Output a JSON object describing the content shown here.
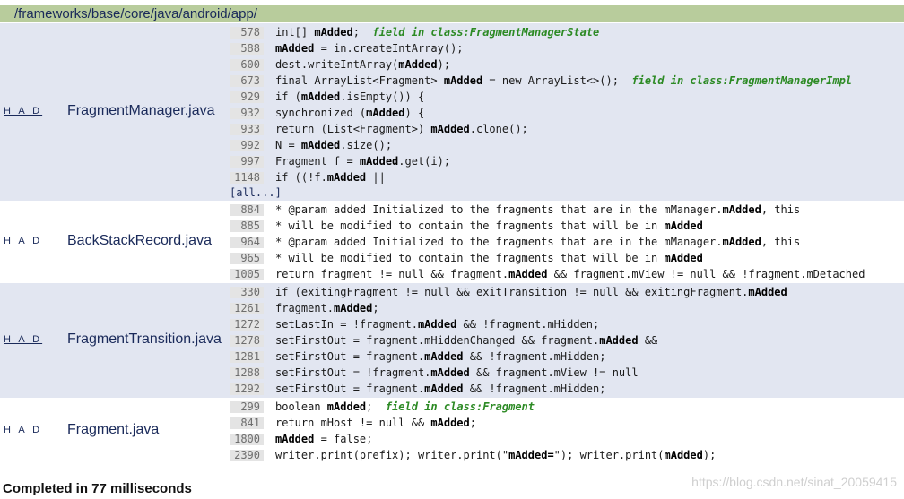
{
  "path": "/frameworks/base/core/java/android/app/",
  "history_label": "H A D",
  "all_link": "[all...]",
  "groups": [
    {
      "file": "FragmentManager.java",
      "lines": [
        {
          "num": "578",
          "code": "int[] **mAdded**;  __field in class:FragmentManagerState__"
        },
        {
          "num": "588",
          "code": "**mAdded** = in.createIntArray();"
        },
        {
          "num": "600",
          "code": "dest.writeIntArray(**mAdded**);"
        },
        {
          "num": "673",
          "code": "final ArrayList<Fragment> **mAdded** = new ArrayList<>();  __field in class:FragmentManagerImpl__"
        },
        {
          "num": "929",
          "code": "if (**mAdded**.isEmpty()) {"
        },
        {
          "num": "932",
          "code": "synchronized (**mAdded**) {"
        },
        {
          "num": "933",
          "code": "return (List<Fragment>) **mAdded**.clone();"
        },
        {
          "num": "992",
          "code": "N = **mAdded**.size();"
        },
        {
          "num": "997",
          "code": "Fragment f = **mAdded**.get(i);"
        },
        {
          "num": "1148",
          "code": "if ((!f.**mAdded** ||"
        }
      ]
    },
    {
      "file": "BackStackRecord.java",
      "lines": [
        {
          "num": "884",
          "code": "* @param added Initialized to the fragments that are in the mManager.**mAdded**, this"
        },
        {
          "num": "885",
          "code": "* will be modified to contain the fragments that will be in **mAdded**"
        },
        {
          "num": "964",
          "code": "* @param added Initialized to the fragments that are in the mManager.**mAdded**, this"
        },
        {
          "num": "965",
          "code": "* will be modified to contain the fragments that will be in **mAdded**"
        },
        {
          "num": "1005",
          "code": "return fragment != null && fragment.**mAdded** && fragment.mView != null && !fragment.mDetached"
        }
      ]
    },
    {
      "file": "FragmentTransition.java",
      "lines": [
        {
          "num": "330",
          "code": "if (exitingFragment != null && exitTransition != null && exitingFragment.**mAdded**"
        },
        {
          "num": "1261",
          "code": "fragment.**mAdded**;"
        },
        {
          "num": "1272",
          "code": "setLastIn = !fragment.**mAdded** && !fragment.mHidden;"
        },
        {
          "num": "1278",
          "code": "setFirstOut = fragment.mHiddenChanged && fragment.**mAdded** &&"
        },
        {
          "num": "1281",
          "code": "setFirstOut = fragment.**mAdded** && !fragment.mHidden;"
        },
        {
          "num": "1288",
          "code": "setFirstOut = !fragment.**mAdded** && fragment.mView != null"
        },
        {
          "num": "1292",
          "code": "setFirstOut = fragment.**mAdded** && !fragment.mHidden;"
        }
      ]
    },
    {
      "file": "Fragment.java",
      "lines": [
        {
          "num": "299",
          "code": "boolean **mAdded**;  __field in class:Fragment__"
        },
        {
          "num": "841",
          "code": "return mHost != null && **mAdded**;"
        },
        {
          "num": "1800",
          "code": "**mAdded** = false;"
        },
        {
          "num": "2390",
          "code": "writer.print(prefix); writer.print(\"**mAdded=**\"); writer.print(**mAdded**);"
        }
      ]
    }
  ],
  "status": "Completed in 77 milliseconds",
  "watermark": "https://blog.csdn.net/sinat_20059415"
}
